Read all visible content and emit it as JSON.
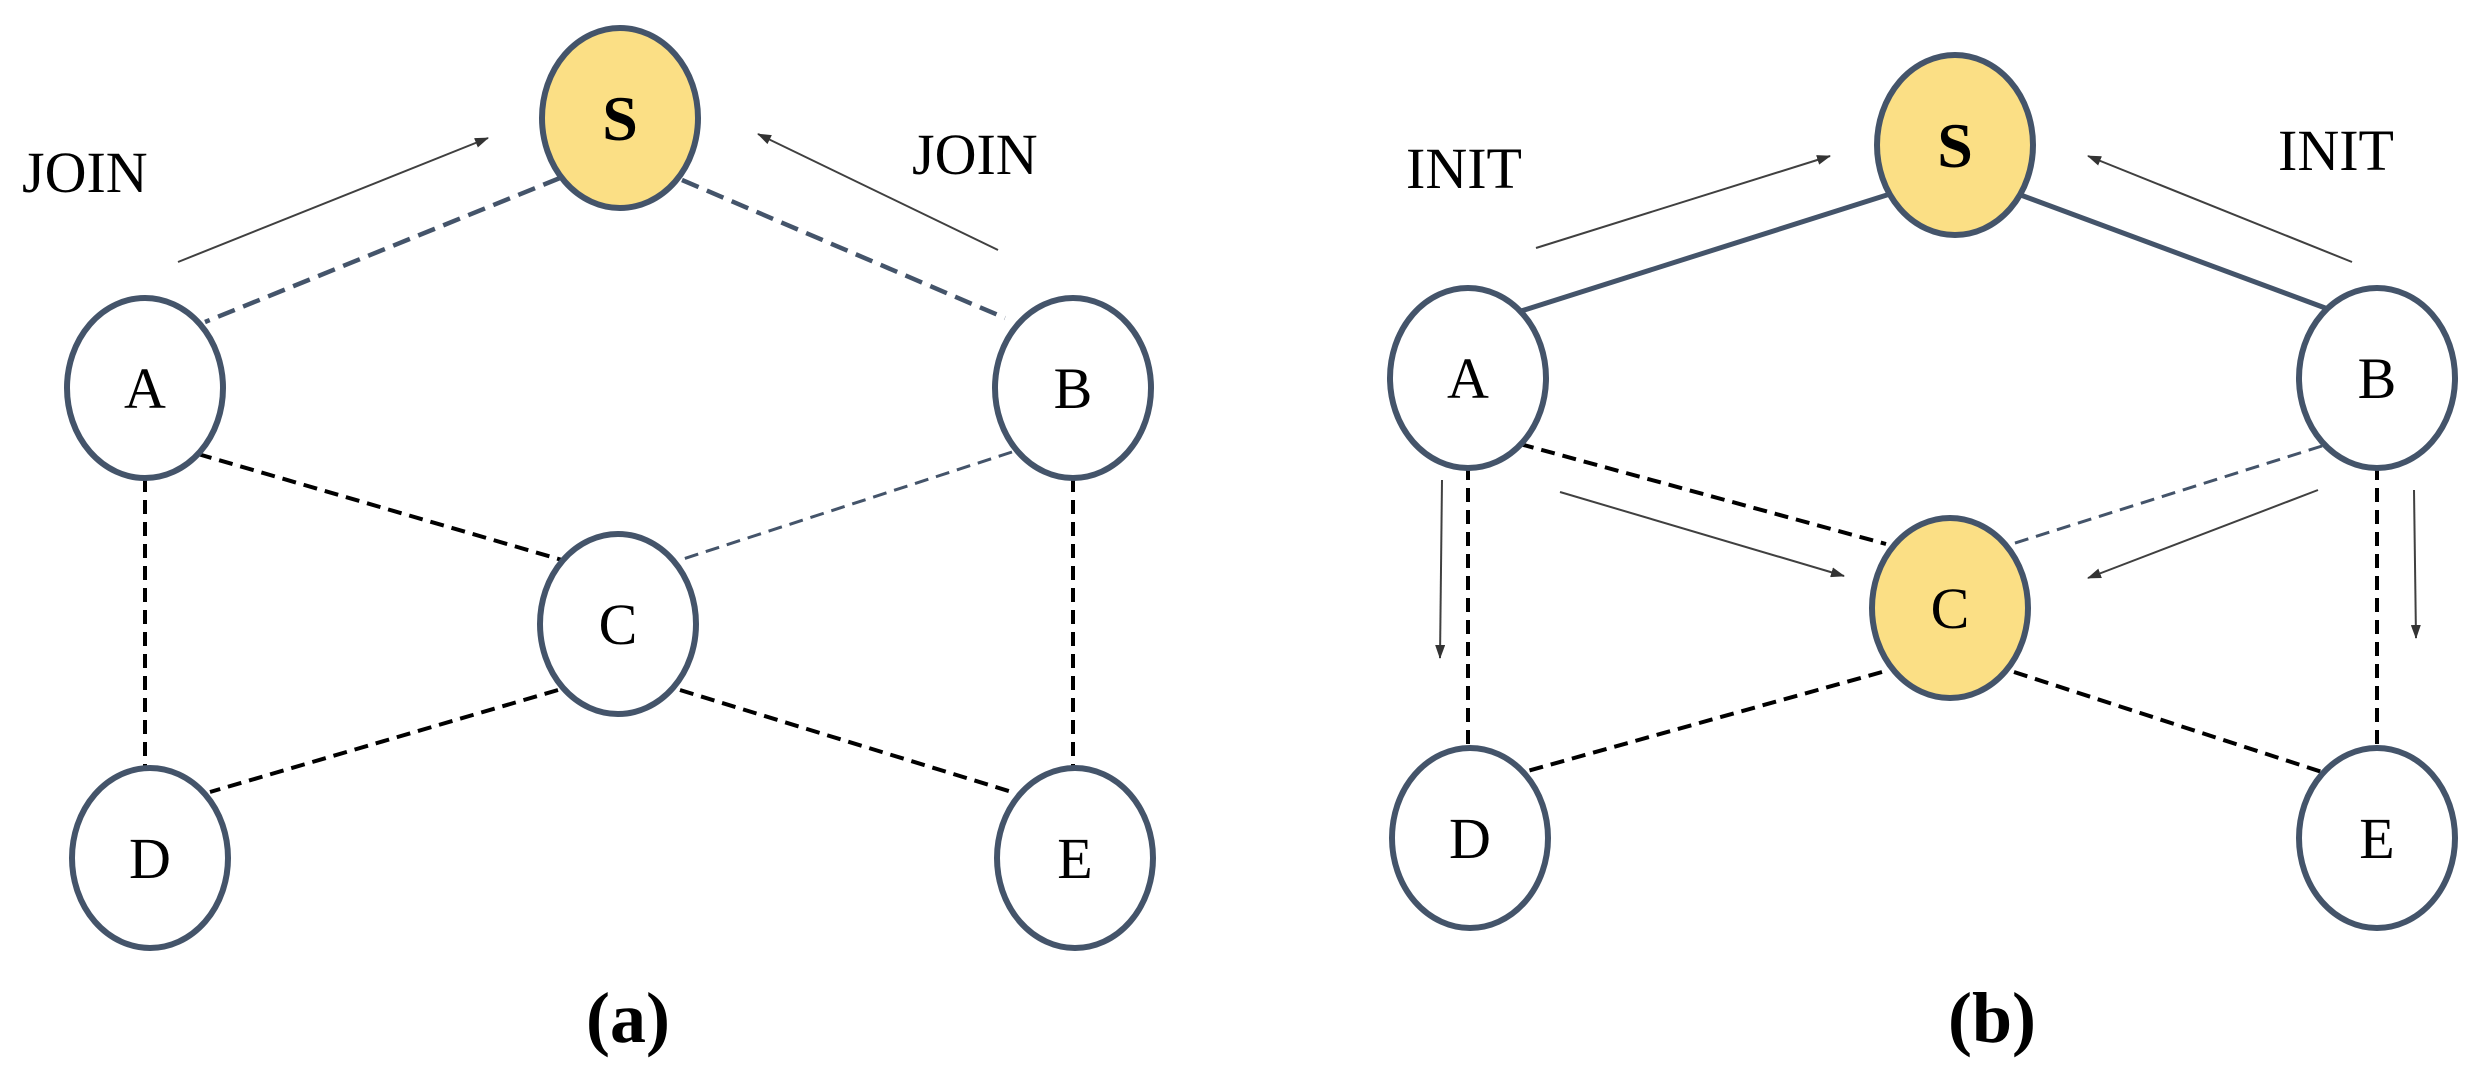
{
  "colors": {
    "node_stroke": "#44546a",
    "highlight_fill": "#fbdf85",
    "node_fill": "#ffffff",
    "link_black": "#000000",
    "link_blue": "#44546a",
    "arrow": "#404040"
  },
  "panels": [
    {
      "caption": "(a)",
      "message_left": "JOIN",
      "message_right": "JOIN",
      "nodes": {
        "S": "S",
        "A": "A",
        "B": "B",
        "C": "C",
        "D": "D",
        "E": "E"
      },
      "highlighted": [
        "S"
      ],
      "bold_nodes": [
        "S"
      ]
    },
    {
      "caption": "(b)",
      "message_left": "INIT",
      "message_right": "INIT",
      "nodes": {
        "S": "S",
        "A": "A",
        "B": "B",
        "C": "C",
        "D": "D",
        "E": "E"
      },
      "highlighted": [
        "S",
        "C"
      ],
      "bold_nodes": [
        "S"
      ]
    }
  ]
}
